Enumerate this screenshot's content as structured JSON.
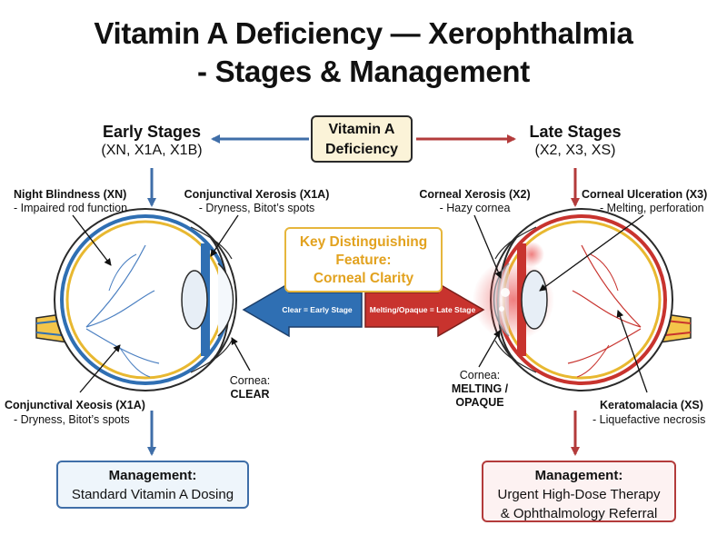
{
  "title_line1": "Vitamin A Deficiency — Xerophthalmia",
  "title_line2": "- Stages & Management",
  "center_box": {
    "line1": "Vitamin A",
    "line2": "Deficiency"
  },
  "early": {
    "heading": "Early Stages",
    "codes": "(XN, X1A, X1B)"
  },
  "late": {
    "heading": "Late Stages",
    "codes": "(X2, X3, XS)"
  },
  "labels_left": {
    "night_blindness_title": "Night Blindness (XN)",
    "night_blindness_desc": "- Impaired rod function",
    "conj_xerosis_title": "Conjunctival Xerosis (X1A)",
    "conj_xerosis_desc": "- Dryness, Bitot’s spots",
    "conj_xeosis_title": "Conjunctival Xeosis (X1A)",
    "conj_xeosis_desc": "- Dryness, Bitot’s spots",
    "cornea_label": "Cornea:",
    "cornea_value": "CLEAR"
  },
  "labels_right": {
    "corneal_xerosis_title": "Corneal Xerosis (X2)",
    "corneal_xerosis_desc": "- Hazy cornea",
    "corneal_ulceration_title": "Corneal Ulceration (X3)",
    "corneal_ulceration_desc": "- Melting, perforation",
    "keratomalacia_title": "Keratomalacia (XS)",
    "keratomalacia_desc": "- Liquefactive necrosis",
    "cornea_label": "Cornea:",
    "cornea_value_1": "MELTING /",
    "cornea_value_2": "OPAQUE"
  },
  "key_feature": {
    "line1": "Key Distinguishing",
    "line2": "Feature:",
    "line3": "Corneal Clarity"
  },
  "arrows": {
    "left_text": "Clear = Early Stage",
    "right_text": "Melting/Opaque = Late Stage"
  },
  "management_left": {
    "title": "Management:",
    "text": "Standard Vitamin A Dosing"
  },
  "management_right": {
    "title": "Management:",
    "line1": "Urgent High-Dose Therapy",
    "line2": "& Ophthalmology Referral"
  },
  "colors": {
    "early_blue": "#3f6ea8",
    "late_red": "#b33b3b",
    "key_gold": "#e2a21f",
    "arrow_blue": "#2f6fb3",
    "arrow_red": "#c8332e"
  }
}
